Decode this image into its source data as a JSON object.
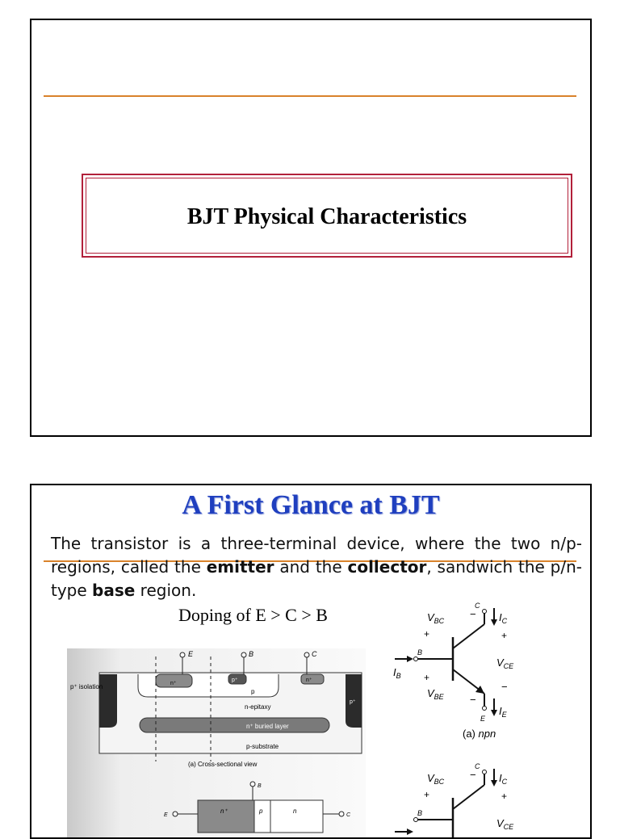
{
  "slide1": {
    "title": "BJT Physical Characteristics"
  },
  "slide2": {
    "title": "A First Glance at BJT",
    "paragraph": {
      "pre": "The transistor is a three-terminal device, where the two n/p-regions, called the ",
      "emitter": "emitter",
      "mid": " and the ",
      "collector": "collector",
      "post": ", sandwich the p/n-type ",
      "base": "base",
      "end": " region."
    },
    "doping": "Doping of E > C > B",
    "cross_section": {
      "terminals": [
        "E",
        "B",
        "C"
      ],
      "regions": [
        "p⁺ isolation",
        "n⁺",
        "p",
        "p⁺",
        "n⁺",
        "n-epitaxy",
        "n⁺ buried layer",
        "p-substrate",
        "p⁺"
      ],
      "caption": "(a) Cross-sectional view",
      "simplified": {
        "e": "E",
        "b": "B",
        "c": "C",
        "n_left": "n⁺",
        "p": "p",
        "n_right": "n"
      }
    },
    "npn": {
      "vbc": "V",
      "vbc_sub": "BC",
      "vbe": "V",
      "vbe_sub": "BE",
      "vce": "V",
      "vce_sub": "CE",
      "ic": "I",
      "ic_sub": "C",
      "ib": "I",
      "ib_sub": "B",
      "ie": "I",
      "ie_sub": "E",
      "c": "C",
      "b": "B",
      "e": "E",
      "plus": "+",
      "minus": "−",
      "caption_prefix": "(a) ",
      "caption_type": "npn"
    }
  }
}
